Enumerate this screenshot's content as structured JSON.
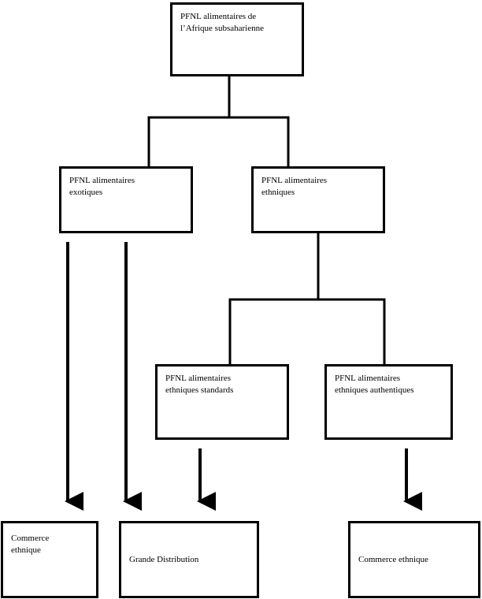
{
  "nodes": {
    "root": {
      "label": "PFNL alimentaires de\nl’Afrique subsaharienne"
    },
    "exotic": {
      "label": "PFNL alimentaires\nexotiques"
    },
    "ethnic": {
      "label": "PFNL alimentaires\nethniques"
    },
    "ethnic_std": {
      "label": "PFNL alimentaires\nethniques standards"
    },
    "ethnic_auth": {
      "label": "PFNL alimentaires\nethniques authentiques"
    },
    "commerce_1": {
      "label": "Commerce\nethnique"
    },
    "grande_distribution": {
      "label": "Grande Distribution"
    },
    "commerce_2": {
      "label": "Commerce ethnique"
    }
  }
}
